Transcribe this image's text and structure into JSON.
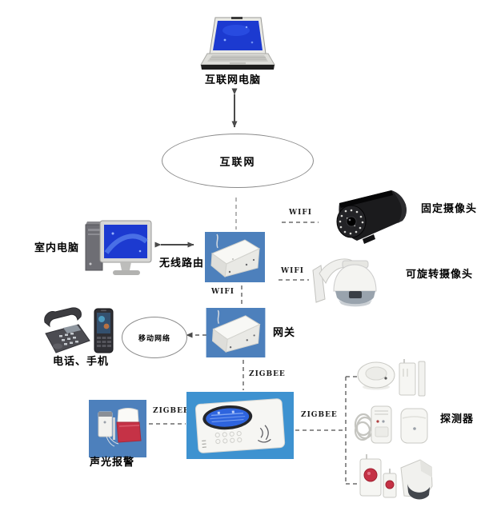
{
  "labels": {
    "internet_pc": "互联网电脑",
    "internet": "互联网",
    "indoor_pc": "室内电脑",
    "wireless_router": "无线路由",
    "fixed_camera": "固定摄像头",
    "rotatable_camera": "可旋转摄像头",
    "gateway": "网关",
    "mobile_network": "移动网络",
    "phones": "电话、手机",
    "sound_light_alarm": "声光报警",
    "detectors": "探测器",
    "wifi": "WIFI",
    "zigbee": "ZIGBEE"
  },
  "colors": {
    "device_bg_blue": "#4d80bc",
    "panel_bg_blue": "#3e92d0",
    "screen_blue": "#1c3ad0",
    "siren_red": "#c53246",
    "arrow_gray": "#4a4a4a",
    "dashed_line_gray": "#6b6b6b",
    "label_color": "#000000"
  }
}
